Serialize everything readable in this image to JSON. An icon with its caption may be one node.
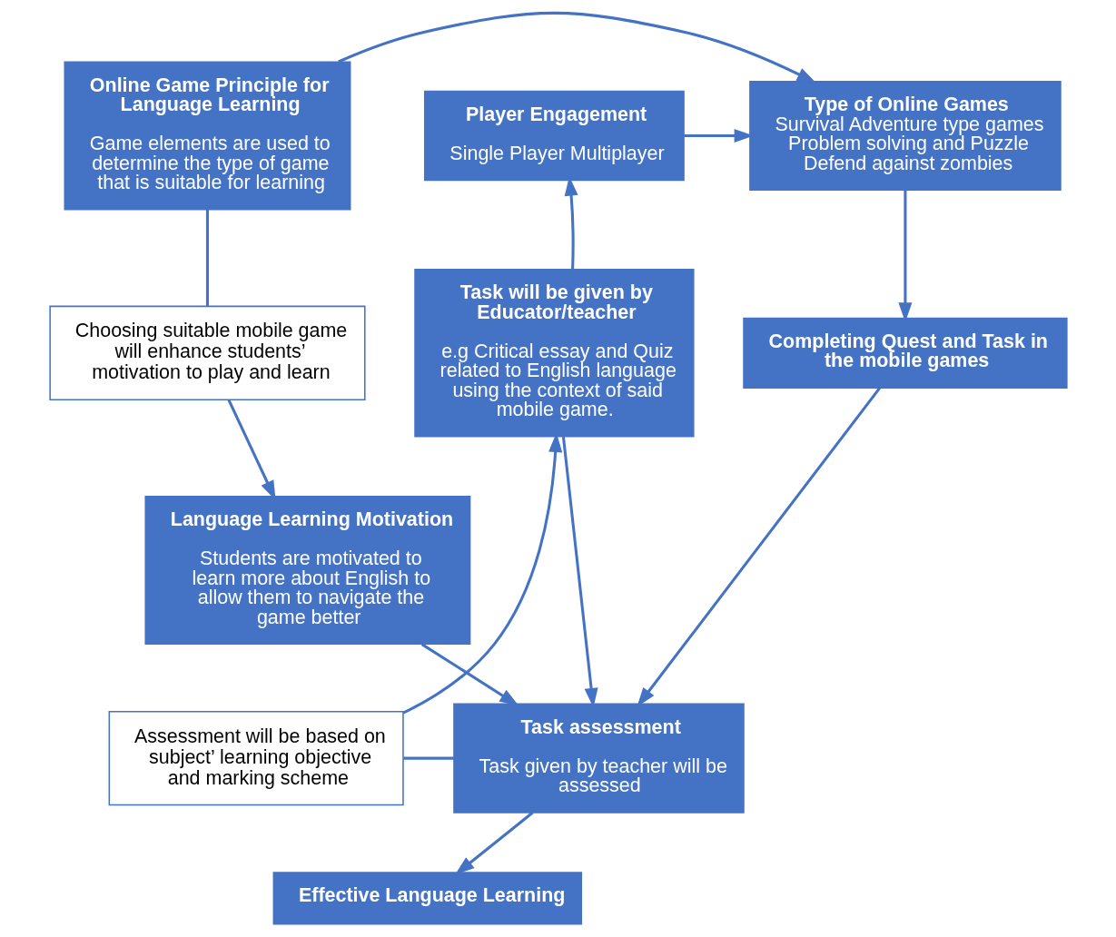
{
  "diagram": {
    "nodes": [
      {
        "text": [
          "Player Engagement",
          "Single Player Multiplayer"
        ]
      },
      {
        "text": [
          "Type of Online Games",
          "Survival Adventure type games Problem solving and Puzzle Defend against zombies"
        ]
      },
      {
        "text": [
          "Online Game Principle for Language Learning",
          "Game elements are used to determine the type of game that is suitable for learning"
        ]
      },
      {
        "text": [
          "Task will be given by Educator/teacher",
          "e.g Critical essay and Quiz related to English language using the context of said mobile game."
        ]
      },
      {
        "text": [
          "Completing Quest and Task in the mobile games"
        ]
      },
      {
        "text": [
          "Choosing suitable mobile game will enhance students’ motivation to play and learn"
        ]
      },
      {
        "text": [
          "Language Learning Motivation",
          "Students are motivated to learn more about English to allow them to navigate the game better"
        ]
      },
      {
        "text": [
          "Assessment will be based on subject’ learning objective and marking scheme"
        ]
      },
      {
        "text": [
          "Task assessment",
          "Task given by teacher will be assessed"
        ]
      },
      {
        "text": [
          "Effective Language Learning"
        ]
      }
    ],
    "edges": [
      {
        "from": 0,
        "to": 1,
        "arrow": "to"
      },
      {
        "from": 2,
        "to": 1,
        "arrow": "to"
      },
      {
        "from": 1,
        "to": 4,
        "arrow": "to"
      },
      {
        "from": 3,
        "to": 0,
        "arrow": "to"
      },
      {
        "from": 2,
        "to": 5,
        "arrow": "none"
      },
      {
        "from": 5,
        "to": 6,
        "arrow": "to"
      },
      {
        "from": 3,
        "to": 8,
        "arrow": "to"
      },
      {
        "from": 4,
        "to": 8,
        "arrow": "to"
      },
      {
        "from": 6,
        "to": 8,
        "arrow": "to"
      },
      {
        "from": 7,
        "to": 3,
        "arrow": "to"
      },
      {
        "from": 7,
        "to": 8,
        "arrow": "none"
      },
      {
        "from": 8,
        "to": 9,
        "arrow": "to"
      }
    ]
  }
}
